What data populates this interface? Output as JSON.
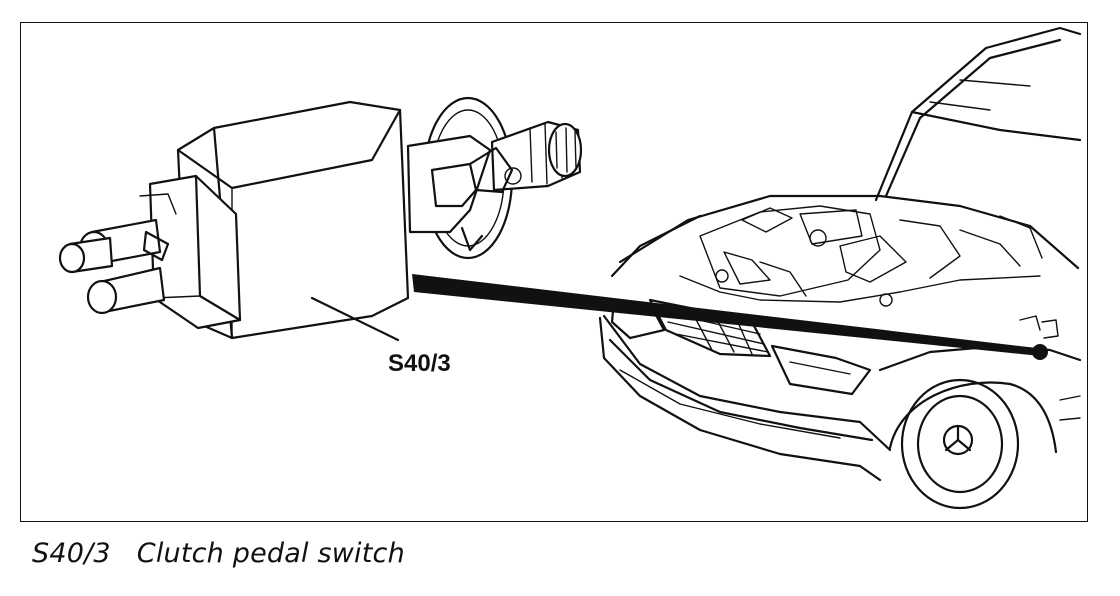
{
  "diagram": {
    "callout_label": "S40/3"
  },
  "caption": {
    "code": "S40/3",
    "description": "Clutch pedal switch"
  }
}
